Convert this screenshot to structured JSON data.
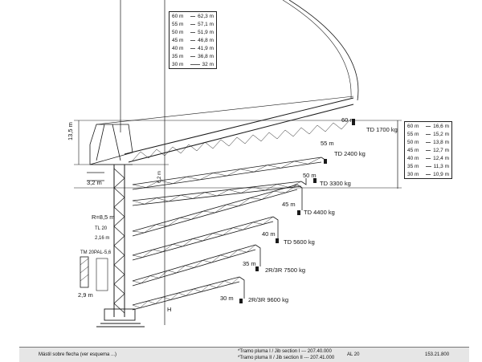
{
  "left_table": {
    "rows": [
      {
        "a": "60 m",
        "b": "62,3 m"
      },
      {
        "a": "55 m",
        "b": "57,1 m"
      },
      {
        "a": "50 m",
        "b": "51,9 m"
      },
      {
        "a": "45 m",
        "b": "46,8 m"
      },
      {
        "a": "40 m",
        "b": "41,9 m"
      },
      {
        "a": "35 m",
        "b": "36,8 m"
      },
      {
        "a": "30 m",
        "b": "32 m"
      }
    ]
  },
  "right_table": {
    "rows": [
      {
        "a": "60 m",
        "b": "16,6 m"
      },
      {
        "a": "55 m",
        "b": "15,2 m"
      },
      {
        "a": "50 m",
        "b": "13,8 m"
      },
      {
        "a": "45 m",
        "b": "12,7 m"
      },
      {
        "a": "40 m",
        "b": "12,4 m"
      },
      {
        "a": "35 m",
        "b": "11,3 m"
      },
      {
        "a": "30 m",
        "b": "10,9 m"
      }
    ]
  },
  "jibs": [
    {
      "length": "60 m",
      "load": "TD  1700 kg"
    },
    {
      "length": "55 m",
      "load": "TD  2400 kg"
    },
    {
      "length": "50 m",
      "load": "TD  3300 kg"
    },
    {
      "length": "45 m",
      "load": "TD  4400 kg"
    },
    {
      "length": "40 m",
      "load": "TD  5600 kg"
    },
    {
      "length": "35 m",
      "load": "2R/3R  7500 kg"
    },
    {
      "length": "30 m",
      "load": "2R/3R  9600 kg"
    }
  ],
  "dimensions": {
    "height_top": "13,5 m",
    "offset_vertical": "6,2 m",
    "base_offset": "3,2 m",
    "radius": "R=8,5 m",
    "tl_label": "TL 20",
    "tl_value": "2,16 m",
    "tower_type": "TM 20PAL-5,6",
    "ground": "2,9 m",
    "height_H": "H"
  },
  "footer": {
    "left": "Mástil sobre flecha (ver esquema ...)",
    "mid_1": "*Tramo pluma I / Jib section I ---  207.40.000",
    "mid_2": "*Tramo pluma II / Jib section II --- 207.41.000",
    "right_label": "AL 20",
    "right_value": "153.21.800"
  },
  "colors": {
    "line": "#1a1a1a",
    "light_line": "#7a7a7a",
    "footer_bg": "#e6e6e6"
  }
}
